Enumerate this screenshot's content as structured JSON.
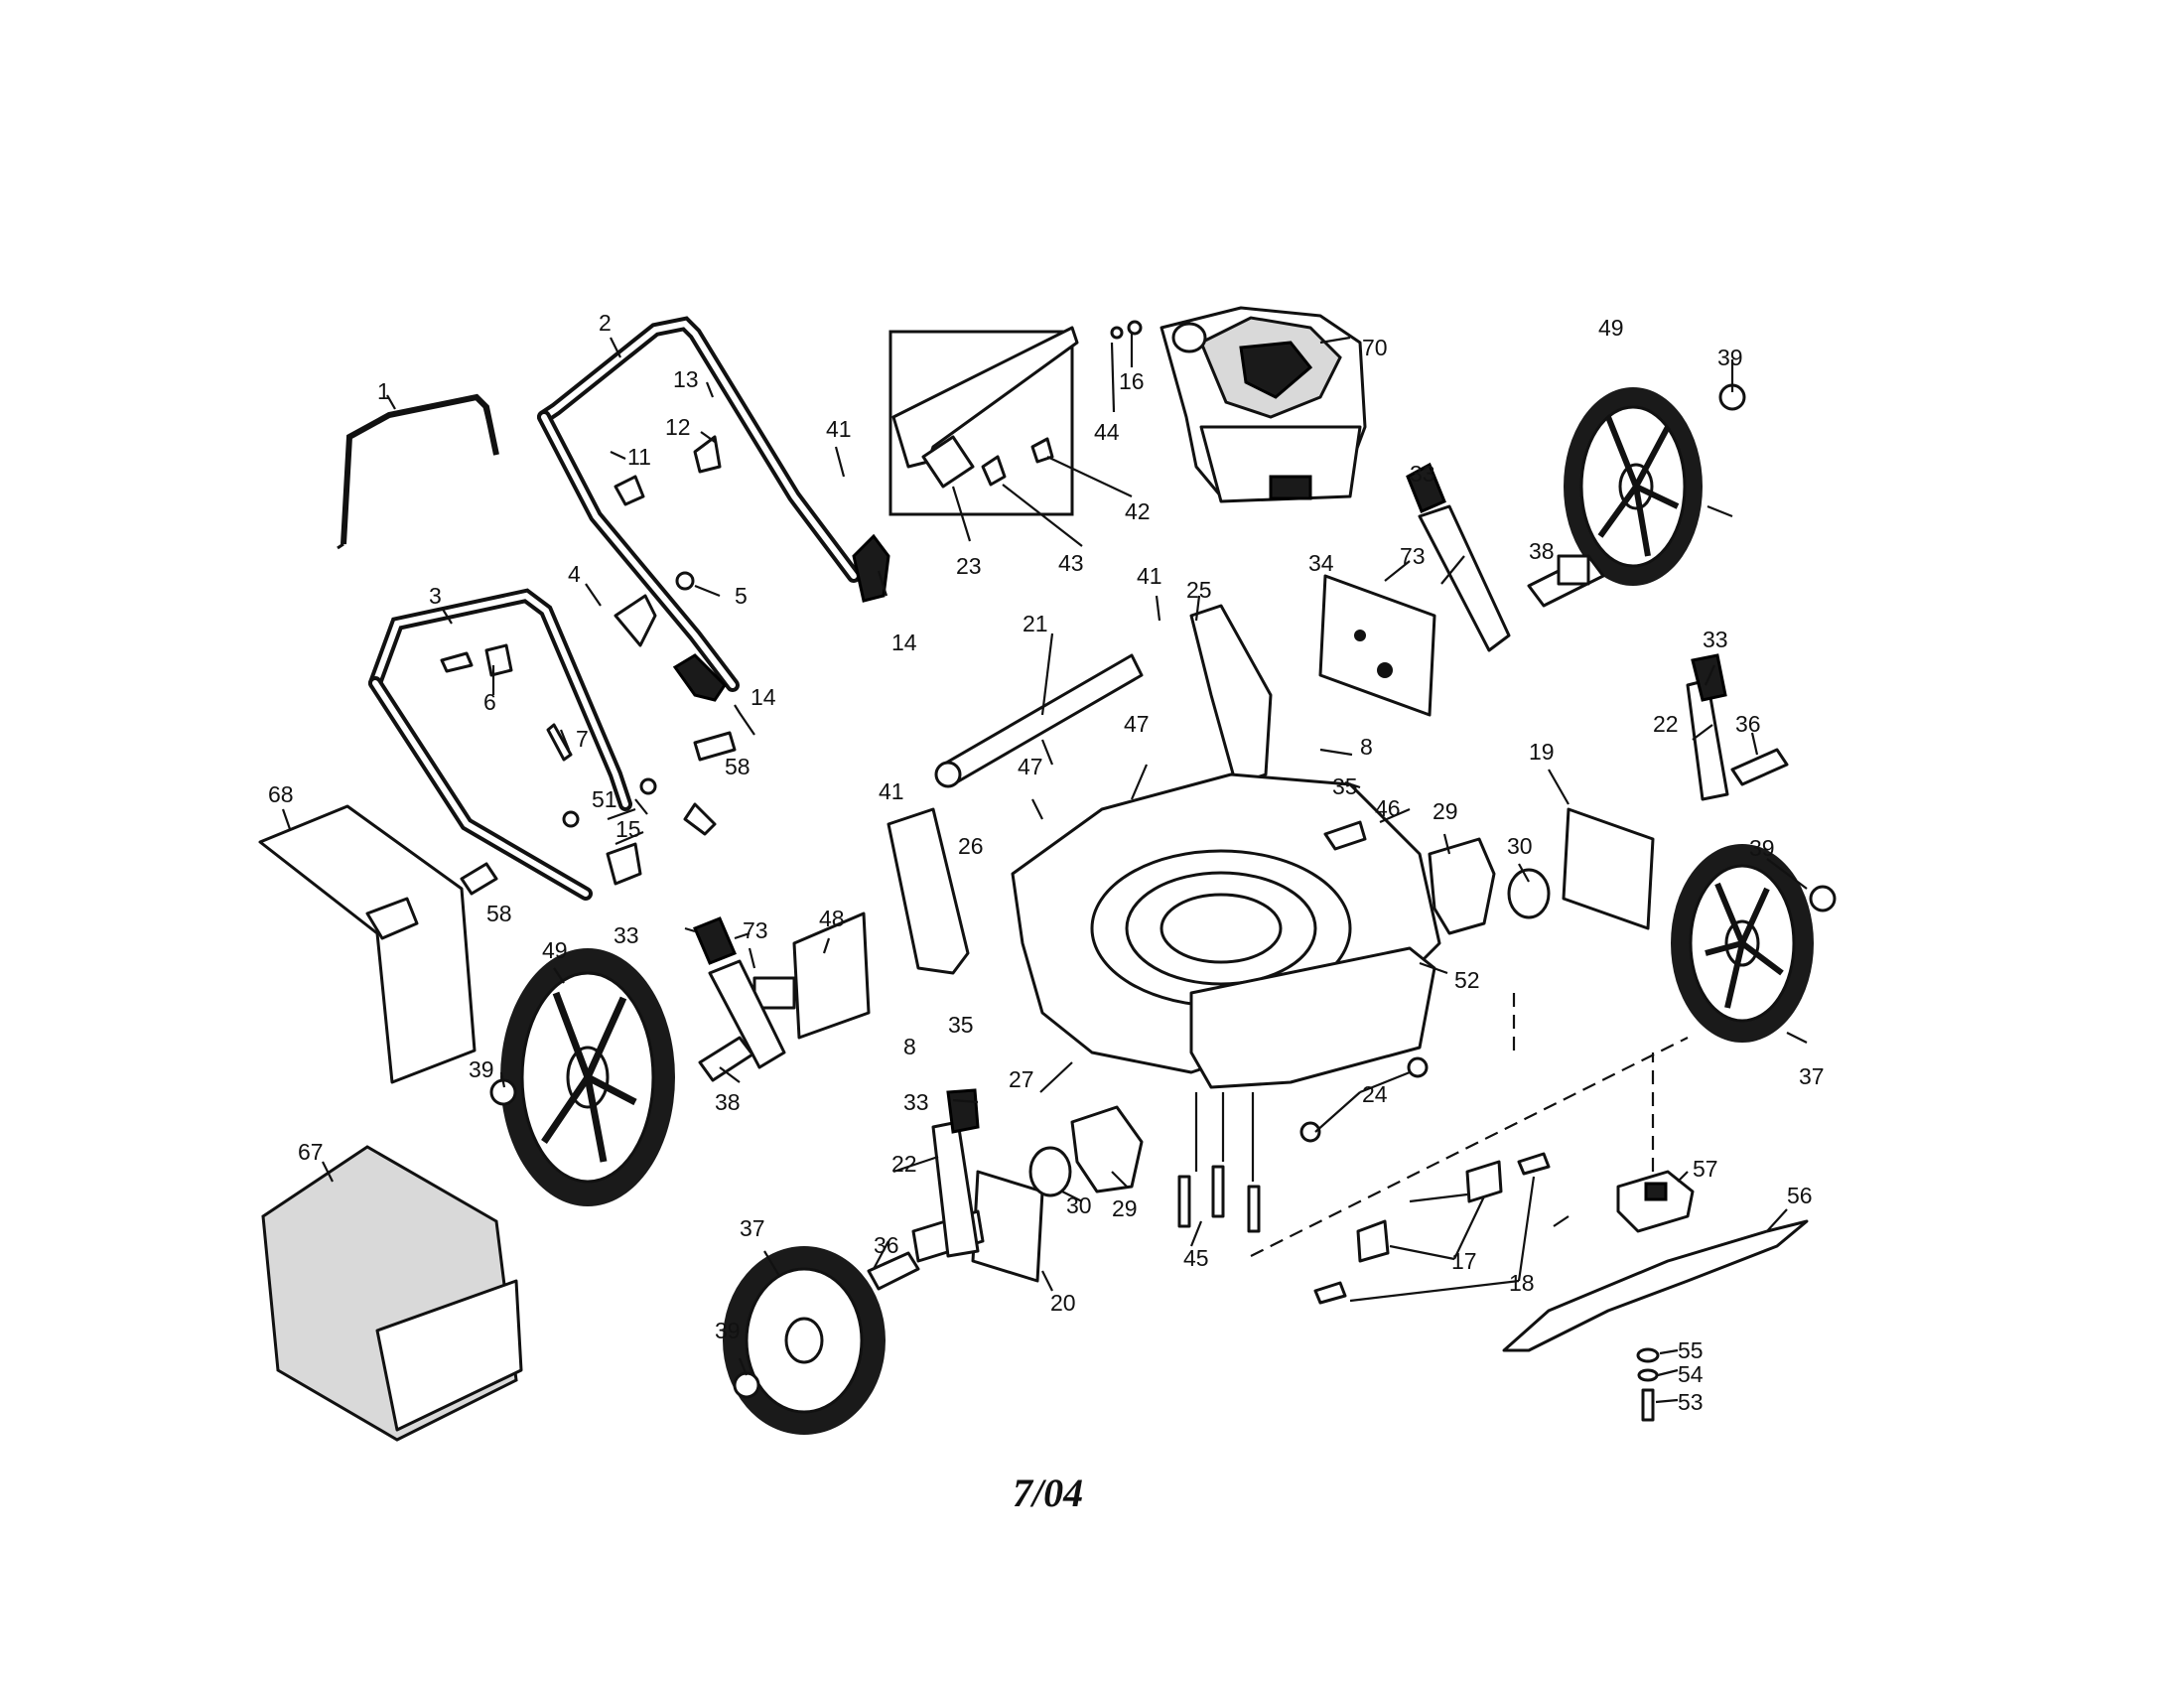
{
  "callouts": {
    "c1": "1",
    "c2": "2",
    "c3": "3",
    "c4": "4",
    "c5": "5",
    "c6": "6",
    "c7": "7",
    "c8a": "8",
    "c8b": "8",
    "c11": "11",
    "c12": "12",
    "c13": "13",
    "c14a": "14",
    "c14b": "14",
    "c15": "15",
    "c16": "16",
    "c17": "17",
    "c18": "18",
    "c19": "19",
    "c20": "20",
    "c21": "21",
    "c22a": "22",
    "c22b": "22",
    "c23": "23",
    "c24": "24",
    "c25": "25",
    "c26": "26",
    "c27": "27",
    "c29a": "29",
    "c29b": "29",
    "c30a": "30",
    "c30b": "30",
    "c33a": "33",
    "c33b": "33",
    "c33c": "33",
    "c33d": "33",
    "c34": "34",
    "c35a": "35",
    "c35b": "35",
    "c36a": "36",
    "c36b": "36",
    "c37a": "37",
    "c37b": "37",
    "c38a": "38",
    "c38b": "38",
    "c39a": "39",
    "c39b": "39",
    "c39c": "39",
    "c39d": "39",
    "c41a": "41",
    "c41b": "41",
    "c41c": "41",
    "c42": "42",
    "c43": "43",
    "c44": "44",
    "c45": "45",
    "c46": "46",
    "c47a": "47",
    "c47b": "47",
    "c48": "48",
    "c49a": "49",
    "c49b": "49",
    "c51": "51",
    "c52": "52",
    "c53": "53",
    "c54": "54",
    "c55": "55",
    "c56": "56",
    "c57": "57",
    "c58a": "58",
    "c58b": "58",
    "c67": "67",
    "c68": "68",
    "c70": "70",
    "c73a": "73",
    "c73b": "73"
  },
  "date_stamp": "7/04"
}
